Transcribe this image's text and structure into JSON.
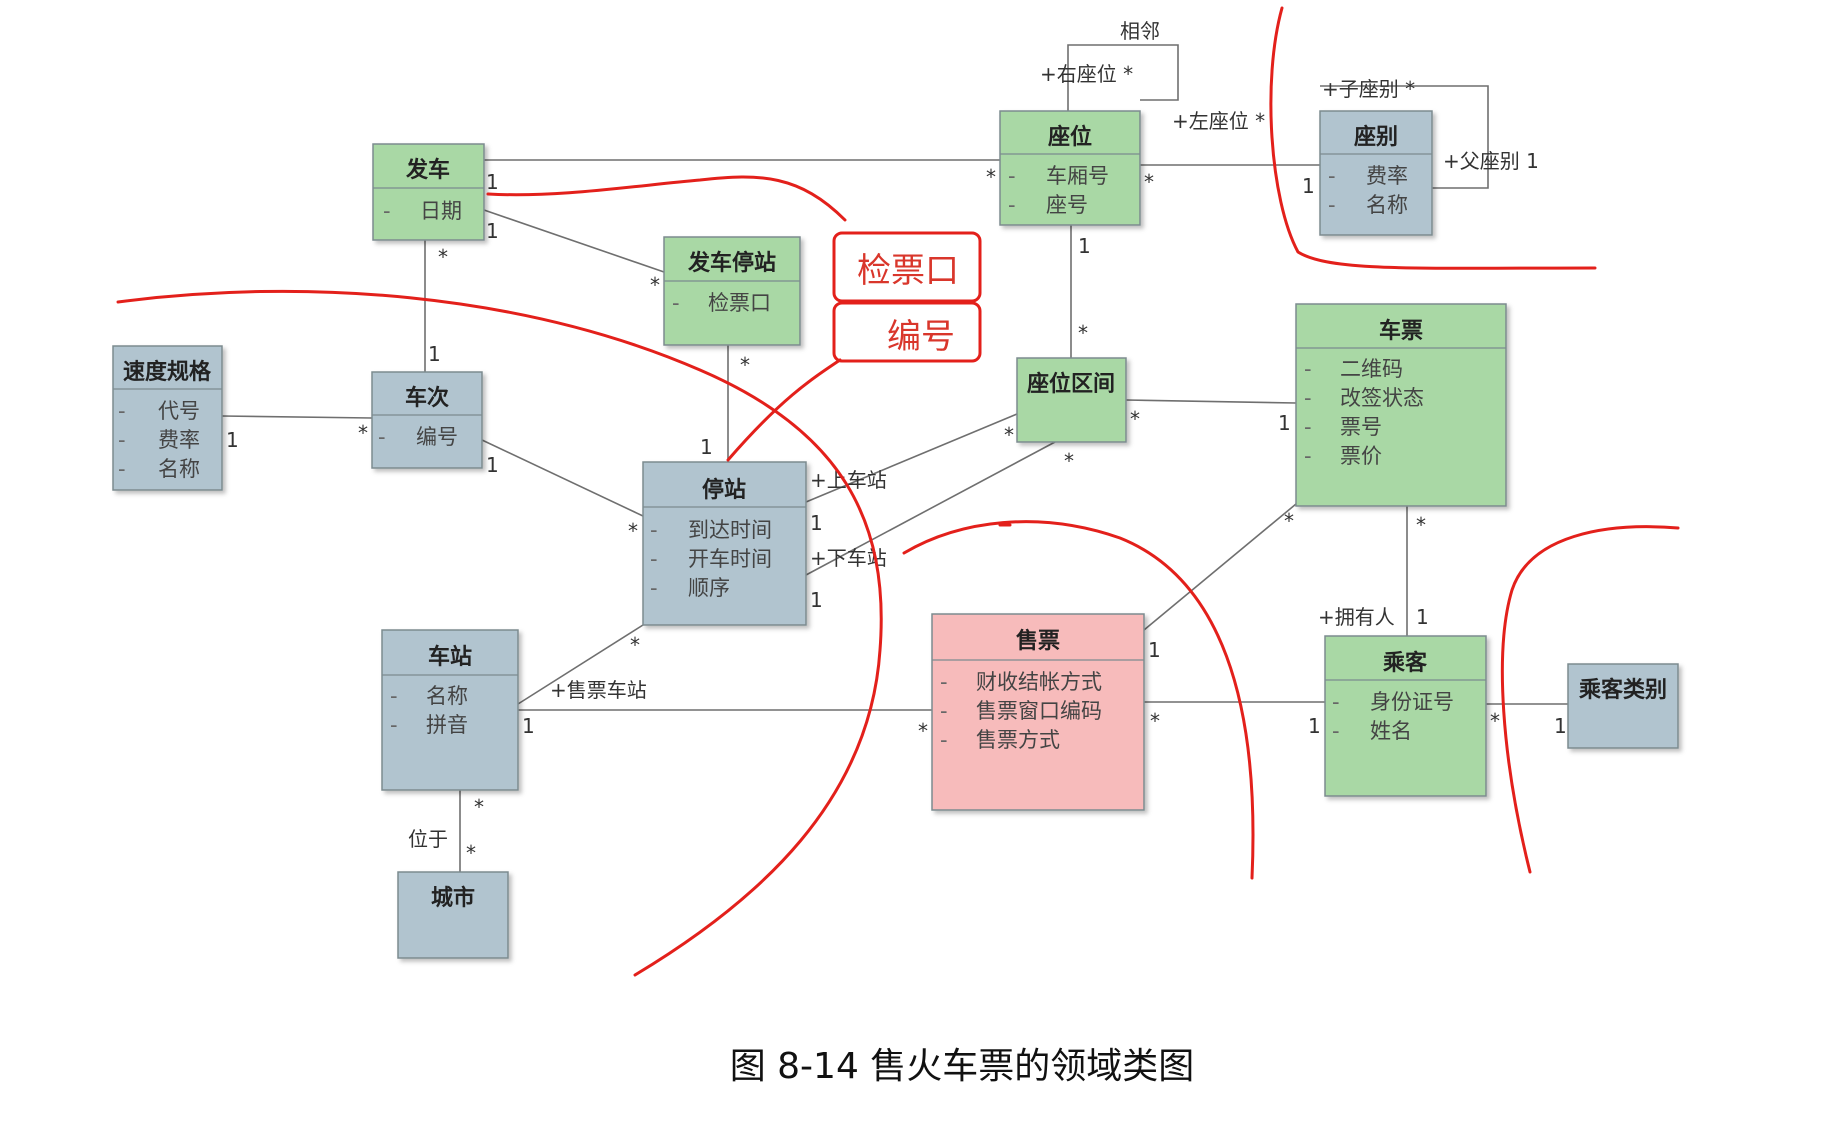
{
  "caption": "图 8-14  售火车票的领域类图",
  "colors": {
    "green": "#a9d8a5",
    "blue_gray": "#b1c4cf",
    "pink": "#f7bbbb",
    "border": "#7c8b8f",
    "line": "#6f6f6f",
    "annotation_red": "#e3201b"
  },
  "classes": {
    "fache": {
      "name": "发车",
      "attrs": [
        "日期"
      ]
    },
    "tingzhan_fc": {
      "name": "发车停站",
      "attrs": [
        "检票口"
      ]
    },
    "zuowei": {
      "name": "座位",
      "attrs": [
        "车厢号",
        "座号"
      ]
    },
    "zuobie": {
      "name": "座别",
      "attrs": [
        "费率",
        "名称"
      ]
    },
    "sudu": {
      "name": "速度规格",
      "attrs": [
        "代号",
        "费率",
        "名称"
      ]
    },
    "checi": {
      "name": "车次",
      "attrs": [
        "编号"
      ]
    },
    "qujian": {
      "name": "座位区间",
      "attrs": []
    },
    "chepiao": {
      "name": "车票",
      "attrs": [
        "二维码",
        "改签状态",
        "票号",
        "票价"
      ]
    },
    "tingzhan": {
      "name": "停站",
      "attrs": [
        "到达时间",
        "开车时间",
        "顺序"
      ]
    },
    "chezhan": {
      "name": "车站",
      "attrs": [
        "名称",
        "拼音"
      ]
    },
    "shoupiao": {
      "name": "售票",
      "attrs": [
        "财收结帐方式",
        "售票窗口编码",
        "售票方式"
      ]
    },
    "chengke": {
      "name": "乘客",
      "attrs": [
        "身份证号",
        "姓名"
      ]
    },
    "leibie": {
      "name": "乘客类别",
      "attrs": []
    },
    "chengshi": {
      "name": "城市",
      "attrs": []
    }
  },
  "labels": {
    "xianglin": "相邻",
    "you_zuowei": "+右座位 *",
    "zuo_zuowei": "+左座位 *",
    "zi_zuobie": "+子座别 *",
    "fu_zuobie": "+父座别 1",
    "shangchezhan": "+上车站",
    "xiachezhan": "+下车站",
    "shoupiaochezhan": "+售票车站",
    "yongyouren": "+拥有人",
    "weiyu": "位于",
    "one": "1",
    "star": "*"
  },
  "annotation_note": {
    "line1": "检票口",
    "line2": "编号"
  }
}
